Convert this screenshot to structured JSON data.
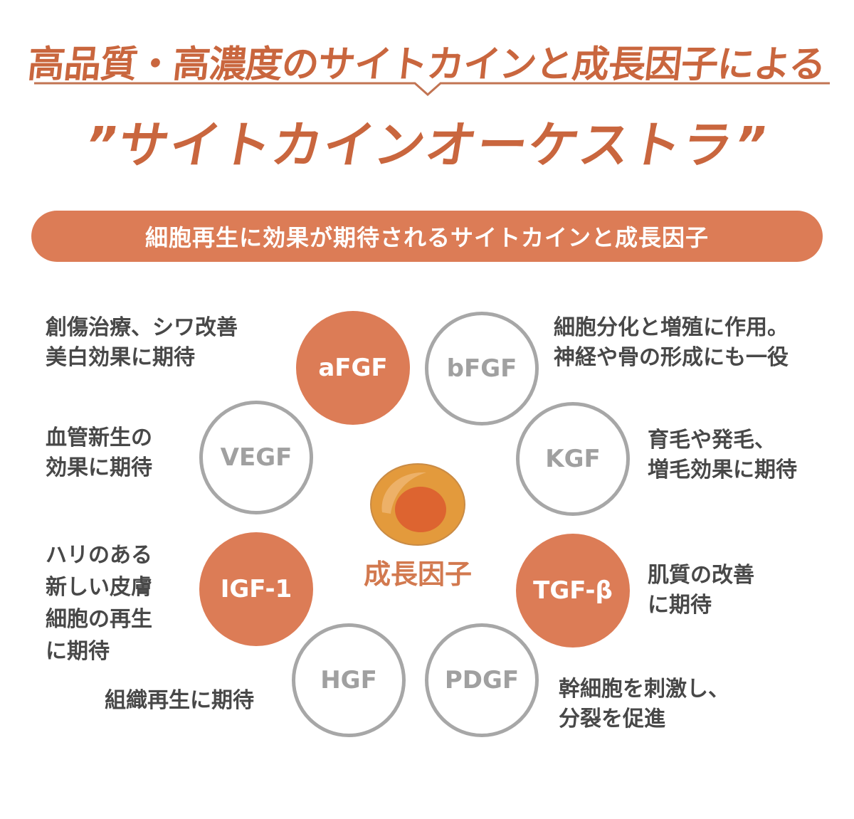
{
  "header": {
    "headline": "高品質・高濃度のサイトカインと成長因子による",
    "subtitle": "”サイトカインオーケストラ”"
  },
  "badge": {
    "label": "細胞再生に効果が期待されるサイトカインと成長因子"
  },
  "center": {
    "label": "成長因子",
    "icon": "cell-icon"
  },
  "colors": {
    "accent": "#dc7c56",
    "title": "#c9663e",
    "outline_gray": "#a7a7a7",
    "text_dark": "#484848",
    "cell_outer": "#e39a3c",
    "cell_nucleus": "#dd6430"
  },
  "factors": [
    {
      "name": "aFGF",
      "style": "filled",
      "desc": [
        "創傷治療、シワ改善",
        "美白効果に期待"
      ]
    },
    {
      "name": "bFGF",
      "style": "outline",
      "desc": [
        "細胞分化と増殖に作用。",
        "神経や骨の形成にも一役"
      ]
    },
    {
      "name": "VEGF",
      "style": "outline",
      "desc": [
        "血管新生の",
        "効果に期待"
      ]
    },
    {
      "name": "KGF",
      "style": "outline",
      "desc": [
        "育毛や発毛、",
        "増毛効果に期待"
      ]
    },
    {
      "name": "IGF-1",
      "style": "filled",
      "desc": [
        "ハリのある",
        "新しい皮膚",
        "細胞の再生",
        "に期待"
      ]
    },
    {
      "name": "TGF-β",
      "style": "filled",
      "desc": [
        "肌質の改善",
        "に期待"
      ]
    },
    {
      "name": "HGF",
      "style": "outline",
      "desc": [
        "組織再生に期待"
      ]
    },
    {
      "name": "PDGF",
      "style": "outline",
      "desc": [
        "幹細胞を刺激し、",
        "分裂を促進"
      ]
    }
  ]
}
